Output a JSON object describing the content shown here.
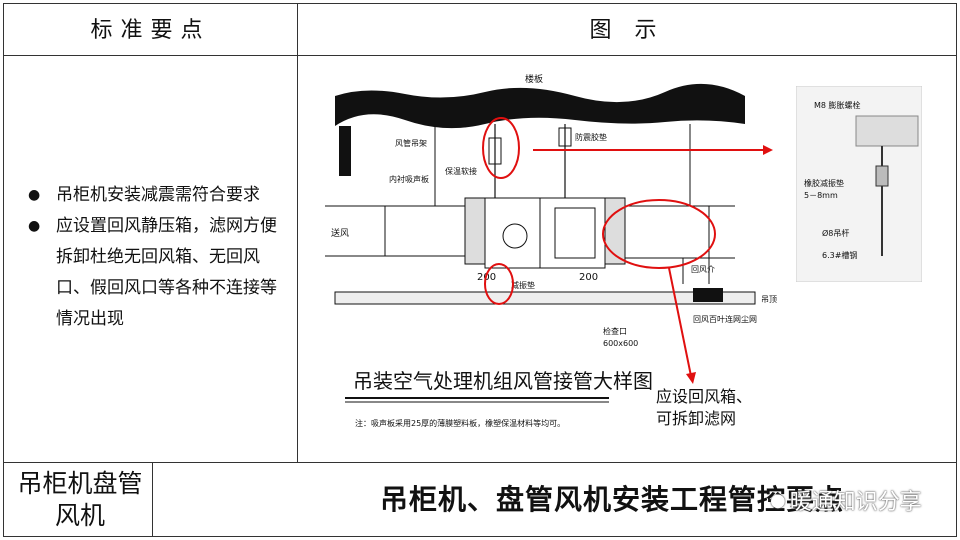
{
  "header": {
    "left": "标准要点",
    "right": "图 示"
  },
  "bullets": [
    "吊柜机安装减震需符合要求",
    "应设置回风静压箱，滤网方便拆卸杜绝无回风箱、无回风口、假回风口等各种不连接等情况出现"
  ],
  "drawing": {
    "slab": "楼板",
    "hanger": "风管吊架",
    "damper": "防震胶垫",
    "liner": "内衬吸声板",
    "insulation": "保温软接",
    "supply": "送风",
    "return_box": "回风介",
    "access": "检查口",
    "access_size": "600x600",
    "grille": "回风百叶连网尘网",
    "ceiling": "吊顶",
    "dim_200a": "200",
    "dim_200b": "200",
    "pad": "减振垫",
    "title": "吊装空气处理机组风管接管大样图",
    "note": "注：吸声板采用25厚的薄膜塑料板，橡塑保温材料等均可。"
  },
  "detail": {
    "bolt": "M8 膨胀螺栓",
    "rubber": "橡胶减振垫",
    "rubber_size": "5－8mm",
    "rod": "Ø8吊杆",
    "channel": "6.3#槽钢"
  },
  "callout": {
    "line1": "应设回风箱、",
    "line2": "可拆卸滤网"
  },
  "footer": {
    "category": "吊柜机盘管风机",
    "title": "吊柜机、盘管风机安装工程管控要点"
  },
  "watermark": {
    "text": "暖通知识分享"
  },
  "colors": {
    "annotation": "#e01010",
    "border": "#333333"
  }
}
